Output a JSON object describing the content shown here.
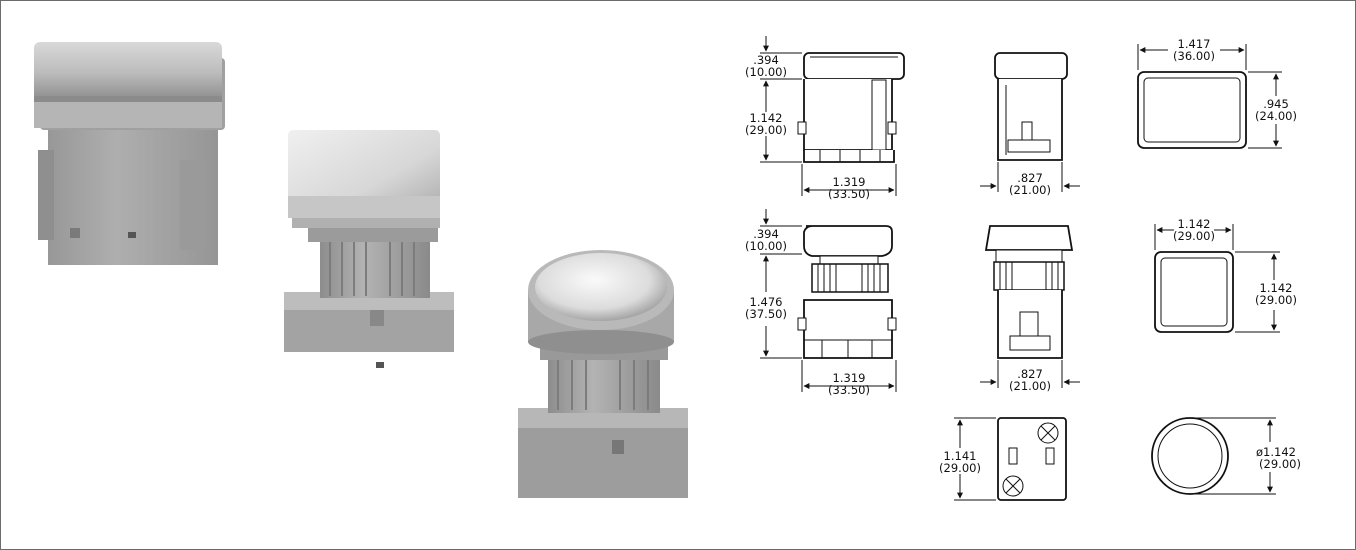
{
  "products": [
    {
      "name": "rectangular-switch"
    },
    {
      "name": "square-switch"
    },
    {
      "name": "round-switch"
    }
  ],
  "drawings": {
    "rect": {
      "cap_h_in": ".394",
      "cap_h_mm": "(10.00)",
      "body_h_in": "1.142",
      "body_h_mm": "(29.00)",
      "width_in": "1.319",
      "width_mm": "(33.50)",
      "side_w_in": ".827",
      "side_w_mm": "(21.00)",
      "top_w_in": "1.417",
      "top_w_mm": "(36.00)",
      "top_h_in": ".945",
      "top_h_mm": "(24.00)"
    },
    "square": {
      "cap_h_in": ".394",
      "cap_h_mm": "(10.00)",
      "body_h_in": "1.476",
      "body_h_mm": "(37.50)",
      "width_in": "1.319",
      "width_mm": "(33.50)",
      "side_w_in": ".827",
      "side_w_mm": "(21.00)",
      "top_w_in": "1.142",
      "top_w_mm": "(29.00)",
      "top_h_in": "1.142",
      "top_h_mm": "(29.00)"
    },
    "base": {
      "h_in": "1.141",
      "h_mm": "(29.00)"
    },
    "round": {
      "dia_in": "ø1.142",
      "dia_mm": "(29.00)"
    }
  }
}
